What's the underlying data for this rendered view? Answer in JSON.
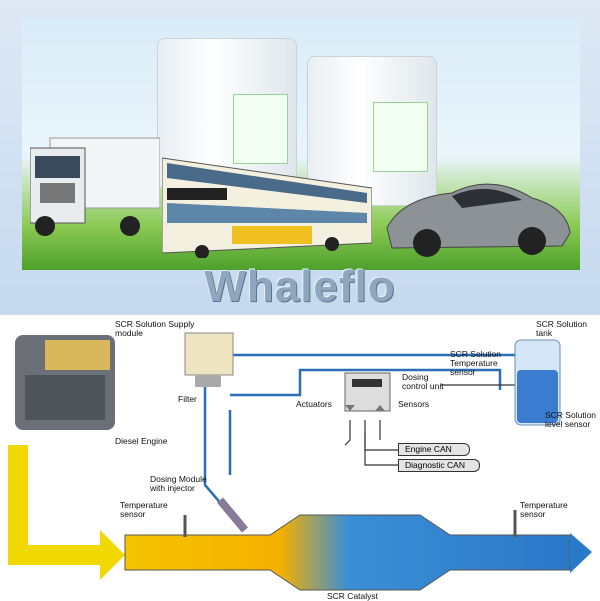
{
  "brand": "Whaleflo",
  "diagram": {
    "supply_module": "SCR Solution Supply module",
    "filter": "Filter",
    "diesel_engine": "Diesel Engine",
    "dosing_control_unit": "Dosing control unit",
    "actuators": "Actuators",
    "sensors": "Sensors",
    "engine_can": "Engine CAN",
    "diagnostic_can": "Diagnostic CAN",
    "tank": "SCR Solution tank",
    "temp_sensor_tank": "SCR Solution Temperature sensor",
    "level_sensor": "SCR Solution level sensor",
    "dosing_module": "Dosing Module with injector",
    "temp_sensor_left": "Temperature sensor",
    "temp_sensor_right": "Temperature sensor",
    "catalyst": "SCR Catalyst"
  },
  "colors": {
    "arrow": "#f0d800",
    "pipe": "#2a6fb8",
    "exhaust_hot": "#f5c400",
    "exhaust_cold": "#2a8fd8"
  }
}
